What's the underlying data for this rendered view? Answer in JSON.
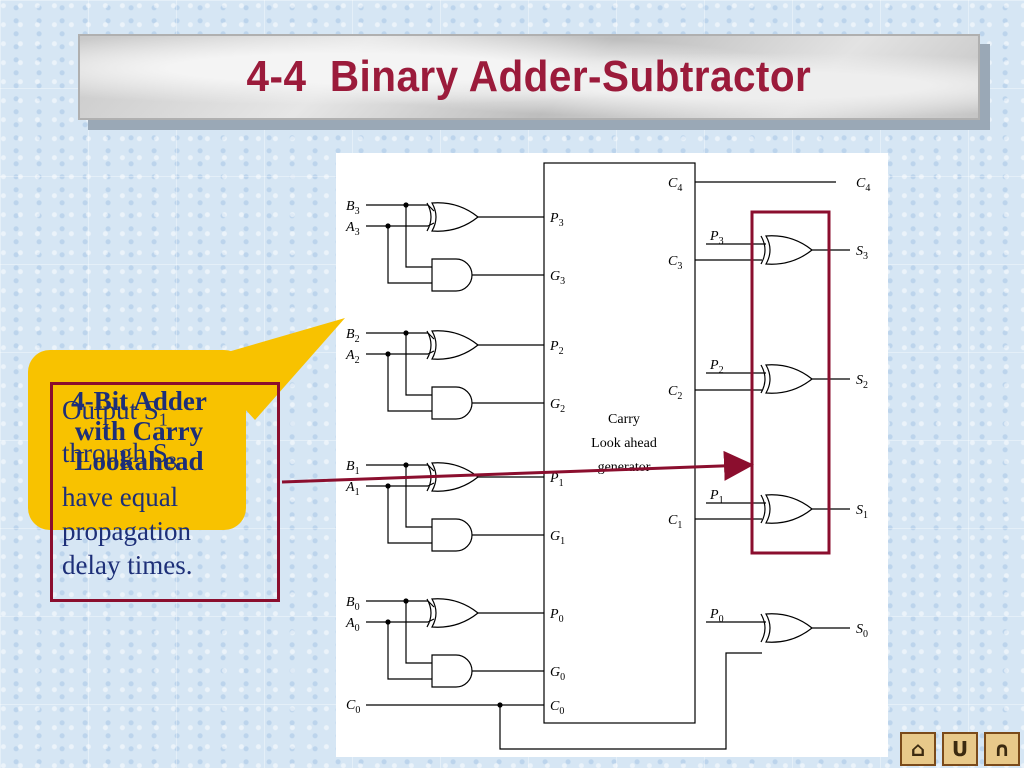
{
  "slide": {
    "title": "4-4  Binary Adder-Subtractor"
  },
  "callout": {
    "text": "4-Bit Adder with Carry Lookahead"
  },
  "note": {
    "line1": "Output S",
    "line1_sub": "1",
    "line2": "through S",
    "line2_sub": "3",
    "line3": "have equal",
    "line4": "propagation",
    "line5": "delay times."
  },
  "diagram": {
    "block_lines": [
      "Carry",
      "Look ahead",
      "generator"
    ],
    "stages": [
      {
        "b": "B",
        "b_sub": "3",
        "a": "A",
        "a_sub": "3",
        "p": "P",
        "p_sub": "3",
        "g": "G",
        "g_sub": "3"
      },
      {
        "b": "B",
        "b_sub": "2",
        "a": "A",
        "a_sub": "2",
        "p": "P",
        "p_sub": "2",
        "g": "G",
        "g_sub": "2"
      },
      {
        "b": "B",
        "b_sub": "1",
        "a": "A",
        "a_sub": "1",
        "p": "P",
        "p_sub": "1",
        "g": "G",
        "g_sub": "1"
      },
      {
        "b": "B",
        "b_sub": "0",
        "a": "A",
        "a_sub": "0",
        "p": "P",
        "p_sub": "0",
        "g": "G",
        "g_sub": "0"
      }
    ],
    "c0_in": {
      "t": "C",
      "s": "0"
    },
    "c0_port": {
      "t": "C",
      "s": "0"
    },
    "carry_outputs": [
      {
        "t": "C",
        "s": "4"
      },
      {
        "t": "C",
        "s": "3"
      },
      {
        "t": "C",
        "s": "2"
      },
      {
        "t": "C",
        "s": "1"
      }
    ],
    "c4_out": {
      "t": "C",
      "s": "4"
    },
    "sum_stages": [
      {
        "p": "P",
        "p_sub": "3",
        "s": "S",
        "s_sub": "3"
      },
      {
        "p": "P",
        "p_sub": "2",
        "s": "S",
        "s_sub": "2"
      },
      {
        "p": "P",
        "p_sub": "1",
        "s": "S",
        "s_sub": "1"
      },
      {
        "p": "P",
        "p_sub": "0",
        "s": "S",
        "s_sub": "0"
      }
    ]
  },
  "nav": {
    "home_icon": "home-icon",
    "back_icon": "u-turn-back-icon",
    "forward_icon": "u-turn-forward-icon",
    "home_glyph": "⌂",
    "back_glyph": "U",
    "forward_glyph": "∩"
  },
  "colors": {
    "title": "#9b1b3b",
    "callout": "#f8c200",
    "highlight": "#8b0e2e",
    "text": "#1d2f78"
  }
}
